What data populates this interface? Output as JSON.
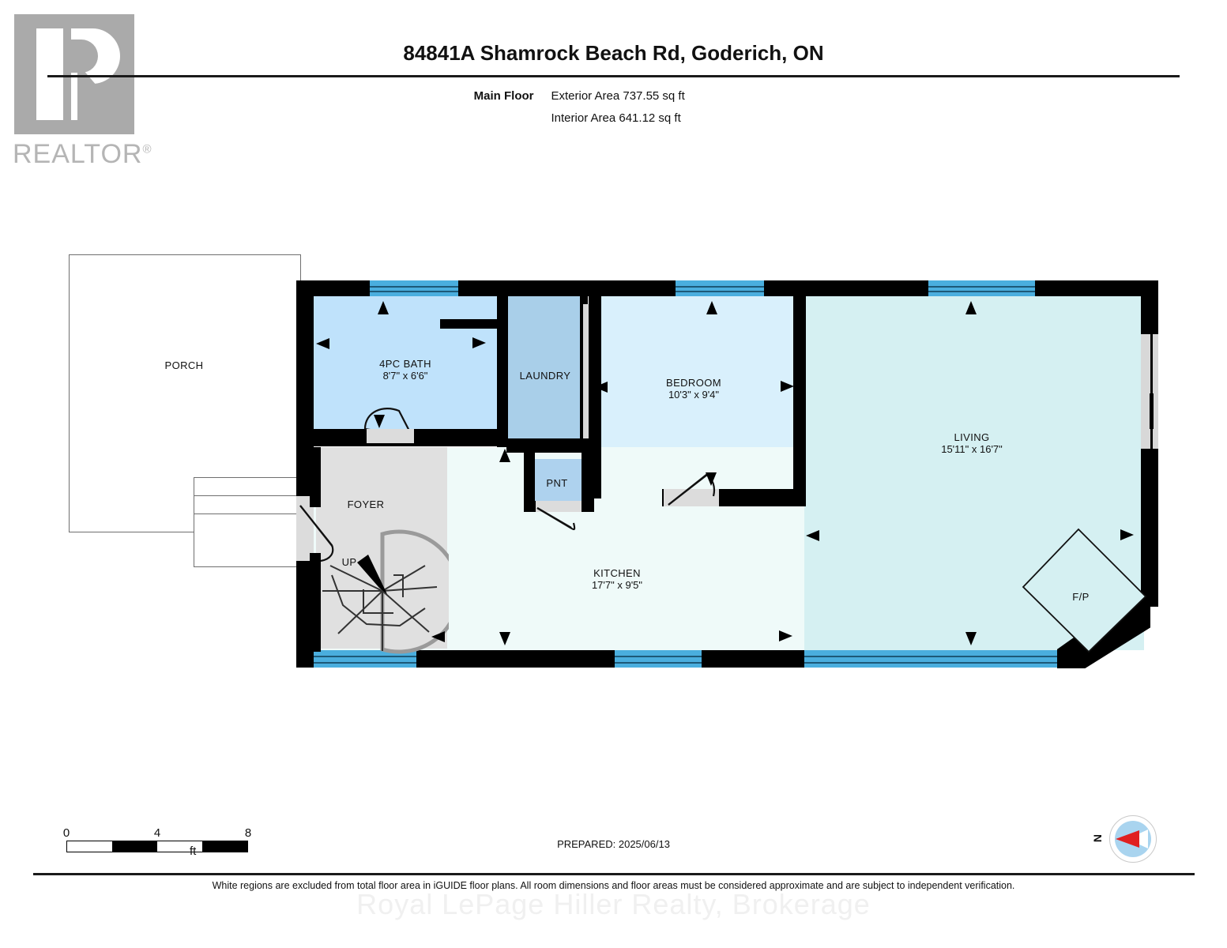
{
  "branding": {
    "realtor_logo_text": "REALTOR",
    "realtor_registered_mark": "®",
    "watermark": "Royal LePage Hiller Realty, Brokerage"
  },
  "header": {
    "title": "84841A Shamrock Beach Rd, Goderich, ON",
    "floor_label": "Main Floor",
    "exterior_area": "Exterior Area 737.55 sq ft",
    "interior_area": "Interior Area 641.12 sq ft"
  },
  "plan": {
    "rooms": [
      {
        "key": "porch",
        "name": "PORCH",
        "dim": "",
        "fill": "#ffffff"
      },
      {
        "key": "bath",
        "name": "4PC BATH",
        "dim": "8'7\" x 6'6\"",
        "fill": "#bfe2fb"
      },
      {
        "key": "laundry",
        "name": "LAUNDRY",
        "dim": "",
        "fill": "#a9cfe9"
      },
      {
        "key": "bedroom",
        "name": "BEDROOM",
        "dim": "10'3\" x 9'4\"",
        "fill": "#d9f0fc"
      },
      {
        "key": "living",
        "name": "LIVING",
        "dim": "15'11\" x 16'7\"",
        "fill": "#d5f0f2"
      },
      {
        "key": "kitchen",
        "name": "KITCHEN",
        "dim": "17'7\" x 9'5\"",
        "fill": "#effaf9"
      },
      {
        "key": "foyer",
        "name": "FOYER",
        "dim": "",
        "fill": "#e0e0e0"
      },
      {
        "key": "pnt",
        "name": "PNT",
        "dim": "",
        "fill": "#aed2ee"
      },
      {
        "key": "fp",
        "name": "F/P",
        "dim": "",
        "fill": "#d5f0f2"
      }
    ],
    "stairs_label": "UP",
    "colors": {
      "wall": "#000000",
      "window": "#4aaede",
      "door_gap": "#dcdcdc",
      "bath_fill": "#bfe2fb",
      "laundry_fill": "#a9cfe9",
      "bedroom_fill": "#d9f0fc",
      "living_fill": "#d5f0f2",
      "kitchen_fill": "#effaf9",
      "foyer_fill": "#e0e0e0"
    }
  },
  "scale": {
    "tick_0": "0",
    "tick_4": "4",
    "tick_8": "8",
    "unit": "ft"
  },
  "footer": {
    "prepared": "PREPARED: 2025/06/13",
    "disclaimer": "White regions are excluded from total floor area in iGUIDE floor plans. All room dimensions and floor areas must be considered approximate and are subject to independent verification.",
    "compass_n": "N"
  }
}
